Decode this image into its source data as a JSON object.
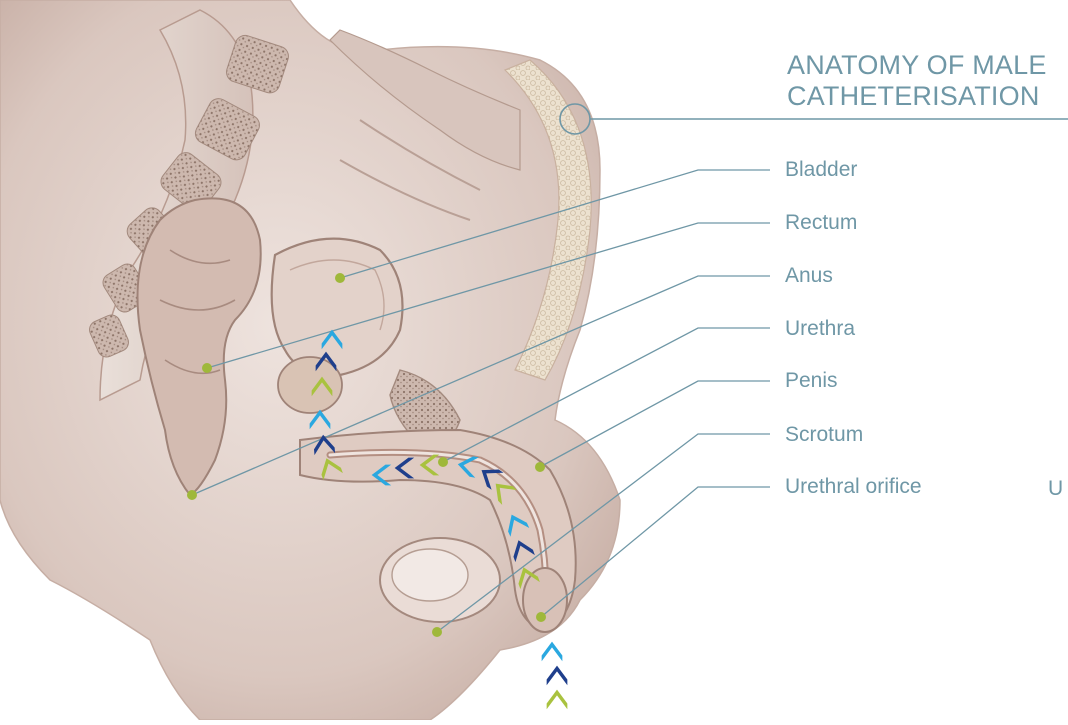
{
  "title": {
    "line1": "ANATOMY OF MALE",
    "line2": "CATHETERISATION"
  },
  "labels": [
    {
      "id": "bladder",
      "text": "Bladder"
    },
    {
      "id": "rectum",
      "text": "Rectum"
    },
    {
      "id": "anus",
      "text": "Anus"
    },
    {
      "id": "urethra",
      "text": "Urethra"
    },
    {
      "id": "penis",
      "text": "Penis"
    },
    {
      "id": "scrotum",
      "text": "Scrotum"
    },
    {
      "id": "urethral-orifice",
      "text": "Urethral orifice"
    }
  ],
  "edge_fragment": "U",
  "colors": {
    "label_text": "#6f97a6",
    "leader_line": "#6f97a6",
    "marker_dot": "#9fb83a",
    "chevron_green": "#a9c23f",
    "chevron_navy": "#1f3f8c",
    "chevron_sky": "#2aa8e0",
    "tissue_light": "#efe6e2",
    "tissue_mid": "#d9c4bc",
    "tissue_dark": "#b89b90"
  }
}
